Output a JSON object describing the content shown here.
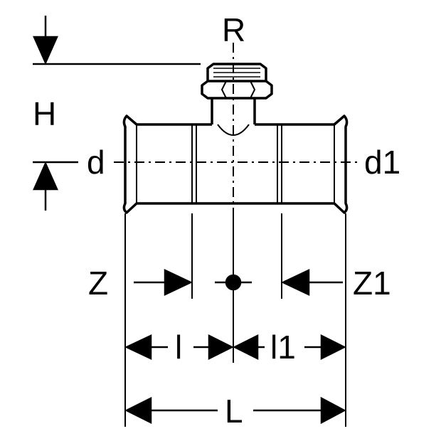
{
  "labels": {
    "R": "R",
    "H": "H",
    "d": "d",
    "d1": "d1",
    "Z": "Z",
    "Z1": "Z1",
    "l": "l",
    "l1": "l1",
    "L": "L"
  },
  "colors": {
    "stroke": "#000000",
    "background": "#ffffff"
  }
}
